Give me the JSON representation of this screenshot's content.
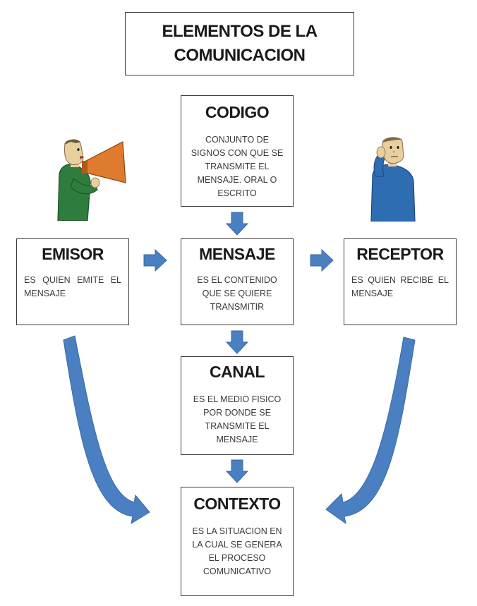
{
  "title": {
    "line1": "ELEMENTOS DE LA",
    "line2": "COMUNICACION"
  },
  "boxes": {
    "codigo": {
      "title": "CODIGO",
      "text": "CONJUNTO DE SIGNOS CON QUE SE TRANSMITE EL MENSAJE. ORAL O ESCRITO"
    },
    "emisor": {
      "title": "EMISOR",
      "text": "ES QUIEN EMITE EL MENSAJE"
    },
    "mensaje": {
      "title": "MENSAJE",
      "text": "ES EL CONTENIDO QUE SE QUIERE TRANSMITIR"
    },
    "receptor": {
      "title": "RECEPTOR",
      "text": "ES QUIEN RECIBE EL MENSAJE"
    },
    "canal": {
      "title": "CANAL",
      "text": "ES EL MEDIO FISICO POR DONDE SE TRANSMITE EL MENSAJE"
    },
    "contexto": {
      "title": "CONTEXTO",
      "text": "ES LA SITUACION EN LA CUAL SE GENERA EL PROCESO COMUNICATIVO"
    }
  },
  "colors": {
    "arrow": "#4a7fc1",
    "arrow_stroke": "#3a6aa6",
    "emisor_shirt": "#2e7d3e",
    "megaphone": "#e07a2e",
    "receptor_shirt": "#2f6db3",
    "skin": "#e8cfa0"
  },
  "icons": {
    "emisor_figure": "person-with-megaphone",
    "receptor_figure": "person-listening"
  }
}
